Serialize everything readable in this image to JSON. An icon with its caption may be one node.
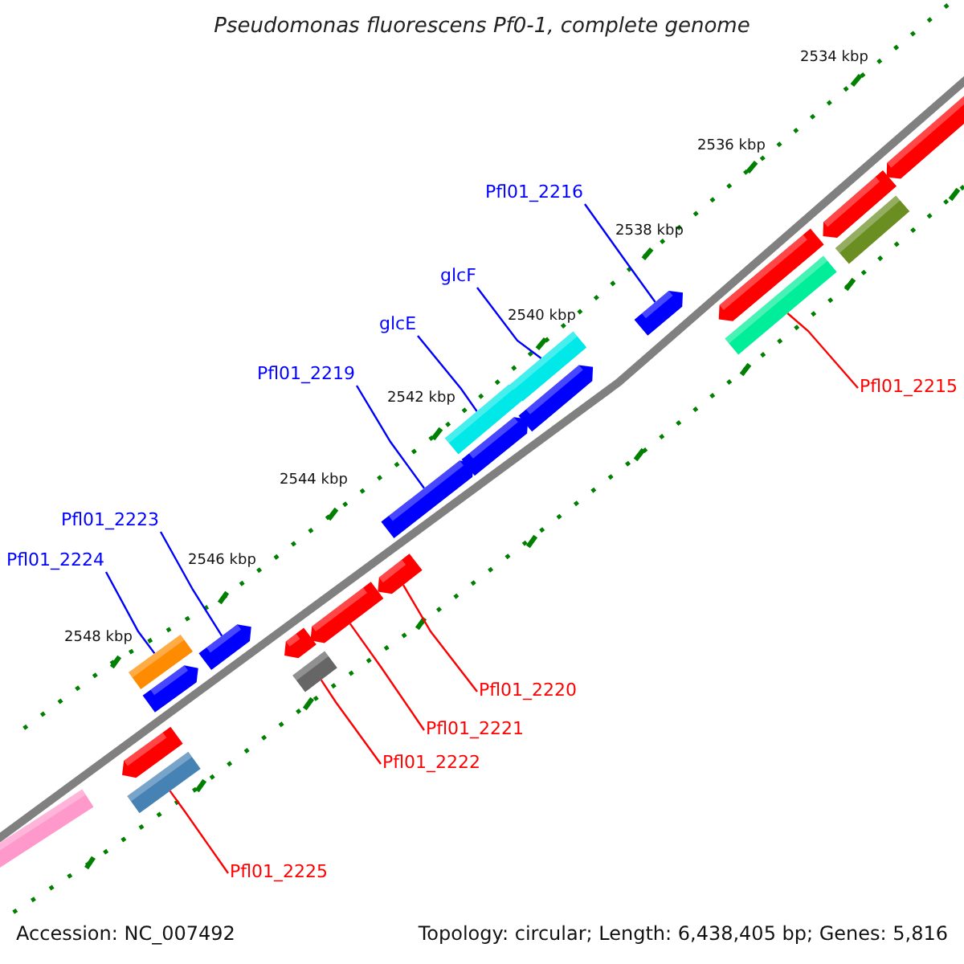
{
  "diagram": {
    "title": "Pseudomonas fluorescens Pf0-1, complete genome",
    "nodes": [
      {
        "text": [
          "Pfl01_2216"
        ]
      },
      {
        "text": [
          "glcF"
        ]
      },
      {
        "text": [
          "glcE"
        ]
      },
      {
        "text": [
          "Pfl01_2219"
        ]
      },
      {
        "text": [
          "Pfl01_2223"
        ]
      },
      {
        "text": [
          "Pfl01_2224"
        ]
      },
      {
        "text": [
          "Pfl01_2215"
        ]
      },
      {
        "text": [
          "Pfl01_2220"
        ]
      },
      {
        "text": [
          "Pfl01_2221"
        ]
      },
      {
        "text": [
          "Pfl01_2222"
        ]
      },
      {
        "text": [
          "Pfl01_2225"
        ]
      },
      {
        "text": [],
        "shape": "arrow"
      },
      {
        "text": [],
        "shape": "bar"
      },
      {
        "text": [],
        "shape": "bar"
      },
      {
        "text": [],
        "shape": "arrow"
      },
      {
        "text": [],
        "shape": "arrow"
      },
      {
        "text": [],
        "shape": "bar"
      },
      {
        "text": [],
        "shape": "bar"
      },
      {
        "text": [],
        "shape": "arrow"
      },
      {
        "text": [],
        "shape": "arrow"
      },
      {
        "text": [],
        "shape": "bar"
      },
      {
        "text": [],
        "shape": "bar"
      },
      {
        "text": [],
        "shape": "arrow"
      },
      {
        "text": [],
        "shape": "arrow"
      },
      {
        "text": [],
        "shape": "arrow"
      },
      {
        "text": [],
        "shape": "arrow"
      },
      {
        "text": [],
        "shape": "arrow"
      },
      {
        "text": [],
        "shape": "arrow"
      },
      {
        "text": [],
        "shape": "bar"
      },
      {
        "text": [],
        "shape": "arrow"
      },
      {
        "text": [],
        "shape": "arrow"
      },
      {
        "text": [],
        "shape": "bar"
      }
    ],
    "edges": [
      {
        "from": 0,
        "to": 11,
        "arrow": "none"
      },
      {
        "from": 1,
        "to": 12,
        "arrow": "none"
      },
      {
        "from": 2,
        "to": 13,
        "arrow": "none"
      },
      {
        "from": 3,
        "to": 14,
        "arrow": "none"
      },
      {
        "from": 4,
        "to": 15,
        "arrow": "none"
      },
      {
        "from": 5,
        "to": 16,
        "arrow": "none"
      },
      {
        "from": 6,
        "to": 17,
        "arrow": "none",
        "color": "#ff0000"
      },
      {
        "from": 7,
        "to": 18,
        "arrow": "none",
        "color": "#ff0000"
      },
      {
        "from": 8,
        "to": 19,
        "arrow": "none",
        "color": "#ff0000"
      },
      {
        "from": 9,
        "to": 20,
        "arrow": "none",
        "color": "#ff0000"
      },
      {
        "from": 10,
        "to": 21,
        "arrow": "none",
        "color": "#ff0000"
      }
    ],
    "labels": [
      "2534 kbp",
      "2536 kbp",
      "2538 kbp",
      "2540 kbp",
      "2542 kbp",
      "2544 kbp",
      "2546 kbp",
      "2548 kbp",
      "Accession: NC_007492",
      "Topology: circular; Length: 6,438,405 bp; Genes: 5,816"
    ]
  }
}
